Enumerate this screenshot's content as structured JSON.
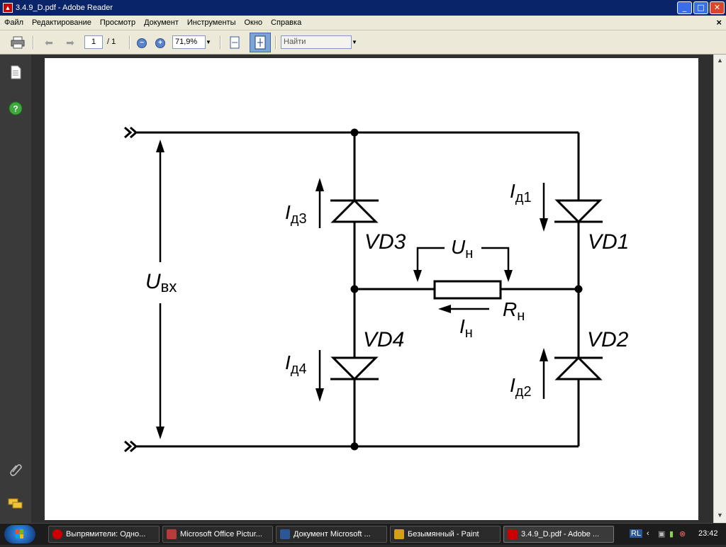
{
  "window": {
    "title": "3.4.9_D.pdf - Adobe Reader",
    "buttons": {
      "minimize": "_",
      "maximize": "□",
      "close": "✕"
    }
  },
  "menu": {
    "items": [
      "Файл",
      "Редактирование",
      "Просмотр",
      "Документ",
      "Инструменты",
      "Окно",
      "Справка"
    ],
    "doc_close": "×"
  },
  "toolbar": {
    "page_current": "1",
    "page_total": "/ 1",
    "zoom": "71,9%",
    "find_placeholder": "Найти"
  },
  "circuit": {
    "input_voltage": {
      "main": "U",
      "sub": "вх"
    },
    "load_voltage": {
      "main": "U",
      "sub": "н"
    },
    "load_resistor": {
      "main": "R",
      "sub": "н"
    },
    "load_current": {
      "main": "I",
      "sub": "н"
    },
    "diodes": [
      {
        "name": "VD1",
        "current_main": "I",
        "current_sub": "д1"
      },
      {
        "name": "VD2",
        "current_main": "I",
        "current_sub": "д2"
      },
      {
        "name": "VD3",
        "current_main": "I",
        "current_sub": "д3"
      },
      {
        "name": "VD4",
        "current_main": "I",
        "current_sub": "д4"
      }
    ]
  },
  "taskbar": {
    "tasks": [
      {
        "label": "Выпрямители: Одно...",
        "color": "#cc0000"
      },
      {
        "label": "Microsoft Office Pictur...",
        "color": "#b83a3a"
      },
      {
        "label": "Документ Microsoft ...",
        "color": "#2b5797"
      },
      {
        "label": "Безымянный - Paint",
        "color": "#d4a017"
      },
      {
        "label": "3.4.9_D.pdf - Adobe ...",
        "color": "#cc0000"
      }
    ],
    "language": "RL",
    "clock": "23:42"
  }
}
